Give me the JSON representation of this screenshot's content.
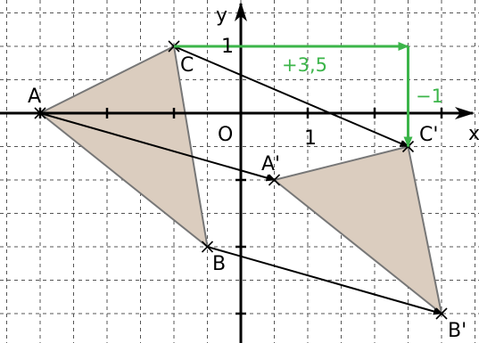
{
  "colors": {
    "grid": "#555555",
    "axis": "#000000",
    "triangle_fill": "#dbcdbf",
    "triangle_stroke": "#777777",
    "arrow": "#000000",
    "translation": "#3cb54a"
  },
  "axes": {
    "x_label": "x",
    "y_label": "y",
    "origin_label": "O",
    "x_unit_label": "1",
    "y_unit_label": "1"
  },
  "points": {
    "A": {
      "label": "A",
      "x": -3,
      "y": 0
    },
    "B": {
      "label": "B",
      "x": -0.5,
      "y": -2
    },
    "C": {
      "label": "C",
      "x": -1,
      "y": 1
    },
    "A2": {
      "label": "A'",
      "x": 0.5,
      "y": -1
    },
    "B2": {
      "label": "B'",
      "x": 3,
      "y": -3
    },
    "C2": {
      "label": "C'",
      "x": 2.5,
      "y": -0.5
    }
  },
  "translation": {
    "horizontal_label": "+3,5",
    "vertical_label": "−1"
  }
}
